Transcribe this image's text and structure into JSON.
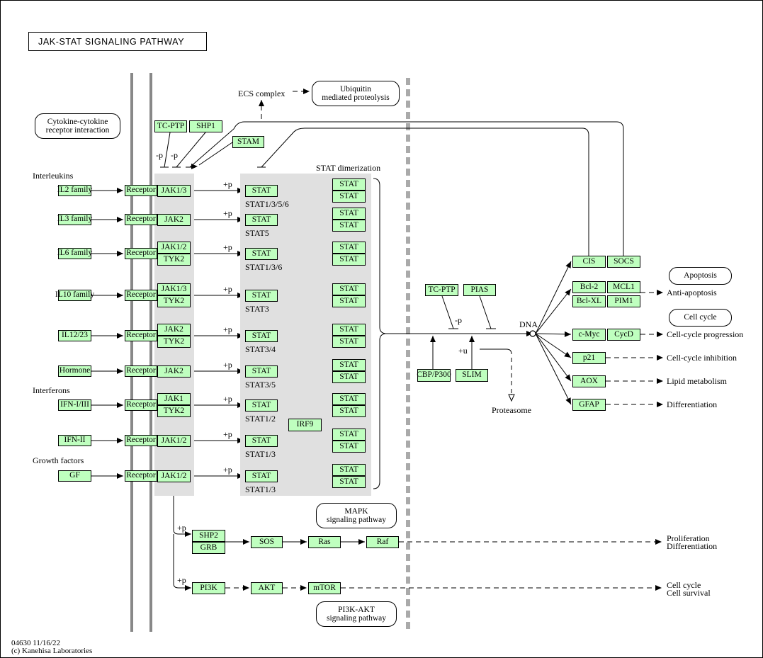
{
  "title": "JAK-STAT SIGNALING PATHWAY",
  "footer": {
    "id": "04630 11/16/22",
    "copyright": "(c) Kanehisa Laboratories"
  },
  "groups": {
    "interleukins": "Interleukins",
    "interferons": "Interferons",
    "growth_factors": "Growth factors"
  },
  "maps": {
    "cytokine": [
      "Cytokine-cytokine",
      "receptor interaction"
    ],
    "ubiquitin": [
      "Ubiquitin",
      "mediated proteolysis"
    ],
    "mapk": [
      "MAPK",
      "signaling pathway"
    ],
    "pi3k": [
      "PI3K-AKT",
      "signaling pathway"
    ],
    "apoptosis": [
      "Apoptosis"
    ],
    "cellcycle": [
      "Cell cycle"
    ]
  },
  "labels": {
    "ecs": "ECS complex",
    "stat_dimerization": "STAT dimerization",
    "dna": "DNA",
    "proteasome": "Proteasome",
    "minus_p": "-p",
    "plus_p": "+p",
    "plus_u": "+u"
  },
  "genes": {
    "tcptp": "TC-PTP",
    "shp1": "SHP1",
    "stam": "STAM",
    "receptor": "Receptor",
    "stat": "STAT",
    "irf9": "IRF9",
    "pias": "PIAS",
    "cbp": "CBP/P300",
    "slim": "SLIM",
    "cis": "CIS",
    "socs": "SOCS",
    "bcl2": "Bcl-2",
    "mcl1": "MCL1",
    "bclxl": "Bcl-XL",
    "pim1": "PIM1",
    "cmyc": "c-Myc",
    "cycd": "CycD",
    "p21": "p21",
    "aox": "AOX",
    "gfap": "GFAP",
    "shp2": "SHP2",
    "grb": "GRB",
    "sos": "SOS",
    "ras": "Ras",
    "raf": "Raf",
    "pi3k": "PI3K",
    "akt": "AKT",
    "mtor": "mTOR"
  },
  "rows": [
    {
      "ligand": "IL2 family",
      "jak": [
        "JAK1/3"
      ],
      "stat_label": "STAT1/3/5/6"
    },
    {
      "ligand": "IL3 family",
      "jak": [
        "JAK2"
      ],
      "stat_label": "STAT5"
    },
    {
      "ligand": "IL6 family",
      "jak": [
        "JAK1/2",
        "TYK2"
      ],
      "stat_label": "STAT1/3/6"
    },
    {
      "ligand": "IL10 family",
      "jak": [
        "JAK1/3",
        "TYK2"
      ],
      "stat_label": "STAT3"
    },
    {
      "ligand": "IL12/23",
      "jak": [
        "JAK2",
        "TYK2"
      ],
      "stat_label": "STAT3/4"
    },
    {
      "ligand": "Hormone",
      "jak": [
        "JAK2"
      ],
      "stat_label": "STAT3/5"
    },
    {
      "ligand": "IFN-I/III",
      "jak": [
        "JAK1",
        "TYK2"
      ],
      "stat_label": "STAT1/2"
    },
    {
      "ligand": "IFN-II",
      "jak": [
        "JAK1/2"
      ],
      "stat_label": "STAT1/3"
    },
    {
      "ligand": "GF",
      "jak": [
        "JAK1/2"
      ],
      "stat_label": "STAT1/3"
    }
  ],
  "outcomes": {
    "anti_apoptosis": "Anti-apoptosis",
    "cc_progression": "Cell-cycle progression",
    "cc_inhibition": "Cell-cycle inhibition",
    "lipid": "Lipid metabolism",
    "differentiation": "Differentiation",
    "proliferation": [
      "Proliferation",
      "Differentiation"
    ],
    "survival": [
      "Cell cycle",
      "Cell survival"
    ]
  }
}
